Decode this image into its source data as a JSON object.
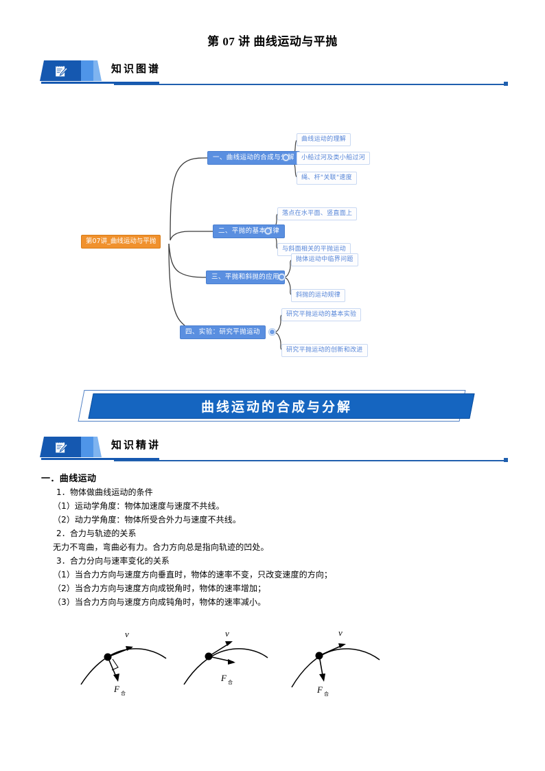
{
  "page": {
    "title": "第 07 讲  曲线运动与平抛"
  },
  "banners": [
    {
      "label": "知识图谱",
      "icon": "notepad-pencil-icon"
    },
    {
      "label": "知识精讲",
      "icon": "notepad-pencil-icon"
    }
  ],
  "mindmap": {
    "root": "第07讲_曲线运动与平抛",
    "branches": [
      {
        "label": "一、曲线运动的合成与分解",
        "leaves": [
          "曲线运动的理解",
          "小船过河及类小船过河",
          "绳、杆\"关联\"速度"
        ]
      },
      {
        "label": "二、平抛的基本规律",
        "leaves": [
          "落点在水平面、竖直面上",
          "与斜面相关的平抛运动"
        ]
      },
      {
        "label": "三、平抛和斜抛的应用",
        "leaves": [
          "抛体运动中临界问题",
          "斜抛的运动规律"
        ]
      },
      {
        "label": "四、实验：研究平抛运动",
        "leaves": [
          "研究平抛运动的基本实验",
          "研究平抛运动的创新和改进"
        ]
      }
    ],
    "colors": {
      "root_fill": "#f0912d",
      "branch_fill": "#5a8fe0",
      "leaf_border": "#c8d8f2",
      "leaf_text": "#5585d8",
      "connector": "#3a3a3a"
    }
  },
  "section": {
    "title": "曲线运动的合成与分解",
    "fill": "#1565c0",
    "outline": "#4f7fc4"
  },
  "content": {
    "heading": "一．曲线运动",
    "lines": [
      "1．物体做曲线运动的条件",
      "（1）运动学角度：物体加速度与速度不共线。",
      "（2）动力学角度：物体所受合外力与速度不共线。",
      "2．合力与轨迹的关系",
      "无力不弯曲，弯曲必有力。合力方向总是指向轨迹的凹处。",
      "3．合力分向与速率变化的关系",
      "（1）当合力方向与速度方向垂直时，物体的速率不变，只改变速度的方向；",
      "（2）当合力方向与速度方向成锐角时，物体的速率增加；",
      "（3）当合力方向与速度方向成钝角时，物体的速率减小。"
    ]
  },
  "figures": [
    {
      "name": "perpendicular-force-diagram",
      "v_label": "v",
      "f_label": "F",
      "f_sub": "合"
    },
    {
      "name": "acute-angle-force-diagram",
      "v_label": "v",
      "f_label": "F",
      "f_sub": "合"
    },
    {
      "name": "obtuse-angle-force-diagram",
      "v_label": "v",
      "f_label": "F",
      "f_sub": "合"
    }
  ]
}
